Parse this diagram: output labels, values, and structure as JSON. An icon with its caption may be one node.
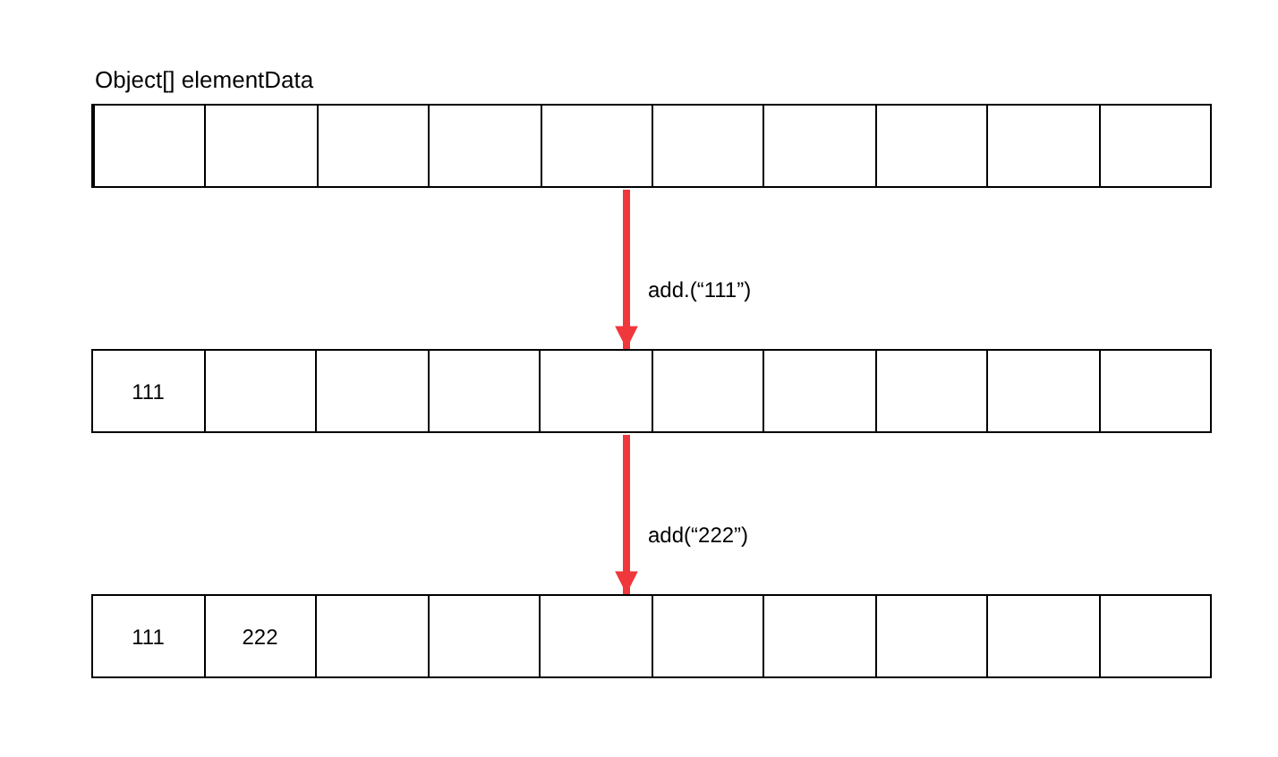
{
  "diagram": {
    "nodes": [
      {
        "text": [
          "Object[] elementData"
        ]
      },
      {
        "text": [],
        "shape": "box",
        "in": 0
      },
      {
        "text": [],
        "shape": "box",
        "in": 0
      },
      {
        "text": [],
        "shape": "box",
        "in": 0
      },
      {
        "text": [],
        "shape": "box",
        "in": 0
      },
      {
        "text": [],
        "shape": "box",
        "in": 0
      },
      {
        "text": [],
        "shape": "box",
        "in": 0
      },
      {
        "text": [],
        "shape": "box",
        "in": 0
      },
      {
        "text": [],
        "shape": "box",
        "in": 0
      },
      {
        "text": [],
        "shape": "box",
        "in": 0
      },
      {
        "text": [],
        "shape": "box",
        "in": 0
      },
      {
        "text": [],
        "shape": "box"
      },
      {
        "text": [
          "111"
        ],
        "in": 11
      },
      {
        "text": [],
        "shape": "box",
        "in": 11
      },
      {
        "text": [],
        "shape": "box",
        "in": 11
      },
      {
        "text": [],
        "shape": "box",
        "in": 11
      },
      {
        "text": [],
        "shape": "box",
        "in": 11
      },
      {
        "text": [],
        "shape": "box",
        "in": 11
      },
      {
        "text": [],
        "shape": "box",
        "in": 11
      },
      {
        "text": [],
        "shape": "box",
        "in": 11
      },
      {
        "text": [],
        "shape": "box",
        "in": 11
      },
      {
        "text": [],
        "shape": "box",
        "in": 11
      },
      {
        "text": [],
        "shape": "box"
      },
      {
        "text": [
          "111"
        ],
        "in": 22
      },
      {
        "text": [
          "222"
        ],
        "in": 22
      },
      {
        "text": [],
        "shape": "box",
        "in": 22
      },
      {
        "text": [],
        "shape": "box",
        "in": 22
      },
      {
        "text": [],
        "shape": "box",
        "in": 22
      },
      {
        "text": [],
        "shape": "box",
        "in": 22
      },
      {
        "text": [],
        "shape": "box",
        "in": 22
      },
      {
        "text": [],
        "shape": "box",
        "in": 22
      },
      {
        "text": [],
        "shape": "box",
        "in": 22
      },
      {
        "text": [],
        "shape": "box",
        "in": 22
      }
    ],
    "edges": [
      {
        "from": 0,
        "to": 11,
        "arrow": "to",
        "label": "add.(“111”)"
      },
      {
        "from": 11,
        "to": 22,
        "arrow": "to",
        "label": "add(“222”)"
      }
    ]
  }
}
